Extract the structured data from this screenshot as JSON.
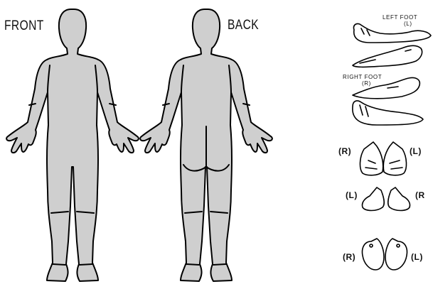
{
  "figures": {
    "front_label": "FRONT",
    "back_label": "BACK"
  },
  "feet": {
    "left_foot_title": "LEFT FOOT",
    "left_foot_sub": "(L)",
    "right_foot_title": "RIGHT FOOT",
    "right_foot_sub": "(R)",
    "row1": {
      "left": "(R)",
      "right": "(L)"
    },
    "row2": {
      "left": "(L)",
      "right": "(R"
    },
    "row3": {
      "left": "(R)",
      "right": "(L)"
    }
  },
  "colors": {
    "body_fill": "#cfcfcf",
    "outline": "#000000",
    "background": "#ffffff"
  }
}
